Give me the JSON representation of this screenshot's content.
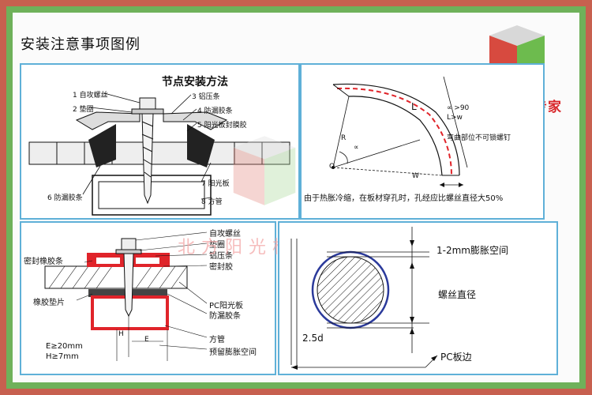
{
  "page": {
    "title": "安装注意事项图例",
    "brand": "北方阳光板专家",
    "watermark": "北方阳光板专家"
  },
  "panel1": {
    "heading": "节点安装方法",
    "labels": {
      "self_tap_screw": "1 自攻螺丝",
      "washer": "2 垫圈",
      "aluminum_strip": "3 铝压条",
      "leakproof_strip": "4 防漏胶条",
      "pc_film": "5 阳光板封膜胶",
      "leakproof_strip_6": "6 防漏胶条",
      "sunlight_board": "7 阳光板",
      "square_tube": "8 方管"
    }
  },
  "panel2": {
    "formula_1": "∝ >90",
    "formula_2": "L>w",
    "label_L": "L",
    "label_R": "R",
    "label_W": "W",
    "label_O": "O",
    "label_alpha": "∝",
    "note": "弯曲部位不可锁螺钉",
    "caption": "由于热胀冷缩，在板材穿孔时，孔经应比螺丝直径大50%"
  },
  "panel3": {
    "labels": {
      "self_tap_screw": "自攻螺丝",
      "washer": "垫圈",
      "aluminum_strip": "铝压条",
      "sealant": "密封胶",
      "sealing_rubber": "密封橡胶条",
      "rubber_pad": "橡胶垫片",
      "pc_board": "PC阳光板",
      "leakproof_strip": "防漏胶条",
      "square_tube": "方管",
      "expansion_space": "预留膨胀空间",
      "h_label": "H",
      "e_label": "E"
    },
    "spec_e": "E≥20mm",
    "spec_h": "H≥7mm"
  },
  "panel4": {
    "expansion": "1-2mm膨胀空间",
    "screw_diameter": "螺丝直径",
    "dim": "2.5d",
    "pc_edge": "PC板边"
  },
  "colors": {
    "outer_frame": "#c7604f",
    "inner_frame": "#6fb15a",
    "panel_border": "#5fb0d8",
    "accent_red": "#e0242a",
    "accent_blue": "#2b3a9b"
  }
}
